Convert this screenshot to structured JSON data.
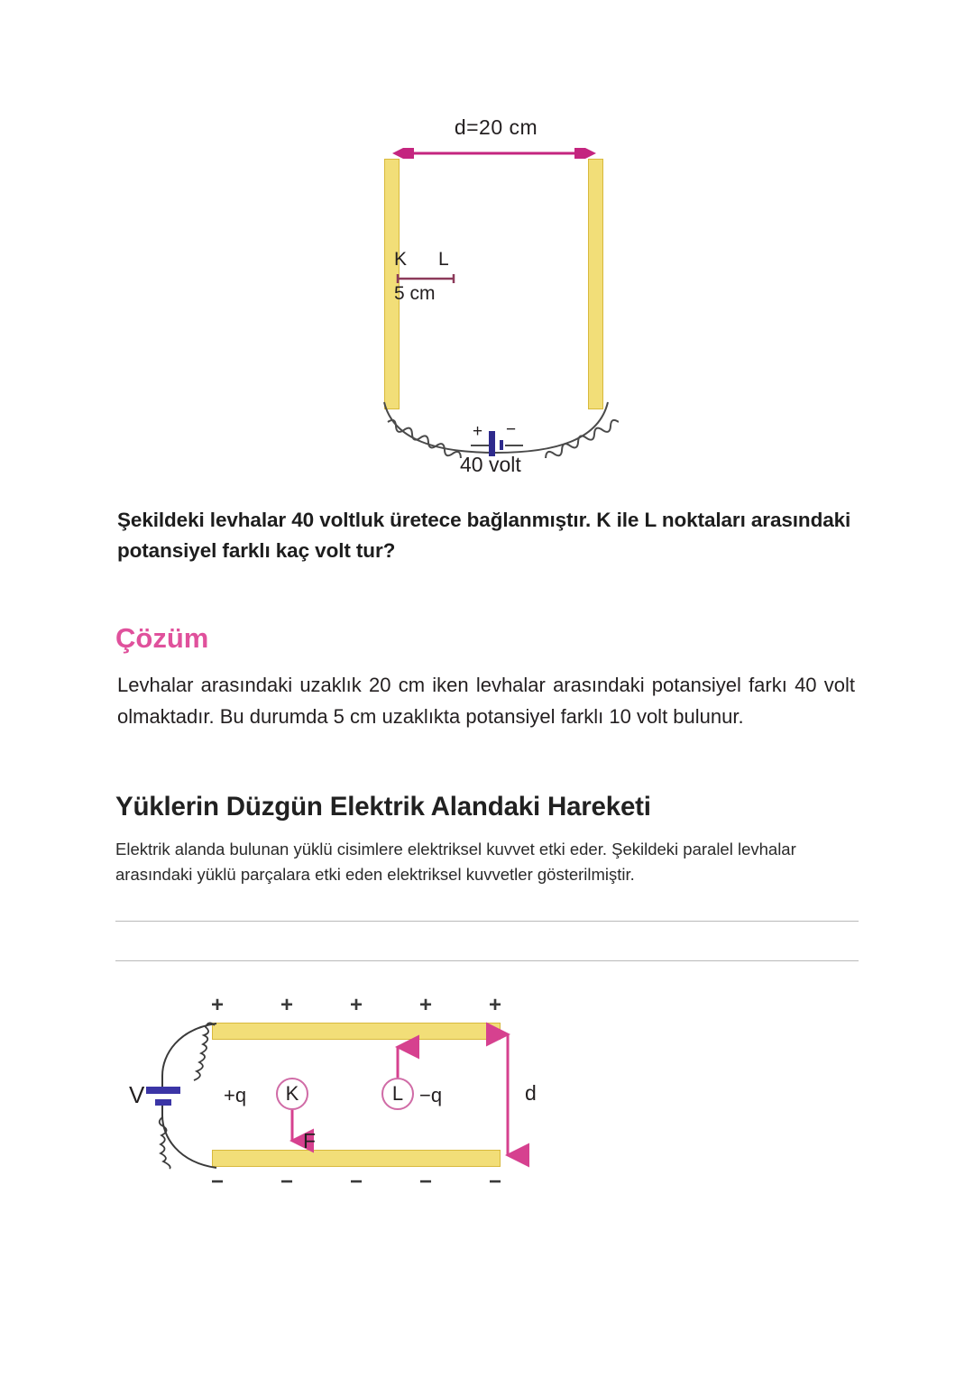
{
  "figure1": {
    "name": "parallel-plates-vertical-figure",
    "distance_label": "d=20 cm",
    "point_k": "K",
    "point_l": "L",
    "kl_distance": "5 cm",
    "source_label": "40 volt",
    "battery_plus": "+",
    "battery_minus": "−",
    "colors": {
      "plate_fill": "#f2de78",
      "plate_border": "#d8b93c",
      "dimension_arrow": "#c4257f",
      "kl_segment": "#8c3a5a",
      "battery": "#2e2a8c",
      "wire": "#4a4a4a"
    }
  },
  "question": {
    "text": "Şekildeki levhalar 40 voltluk üretece bağlanmıştır. K ile L noktaları arasındaki potansiyel farklı kaç volt tur?"
  },
  "solution": {
    "heading": "Çözüm",
    "heading_color": "#e0519c",
    "text": "Levhalar arasındaki uzaklık 20 cm iken levhalar arasındaki potansiyel farkı 40 volt olmaktadır. Bu durumda 5 cm uzaklıkta potansiyel farklı 10 volt bulunur."
  },
  "section": {
    "title": "Yüklerin Düzgün Elektrik Alandaki Hareketi",
    "body": "Elektrik alanda bulunan yüklü cisimlere elektriksel kuvvet etki eder. Şekildeki paralel levhalar arasındaki yüklü parçalara etki eden elektriksel kuvvetler gösterilmiştir."
  },
  "figure2": {
    "name": "parallel-plates-horizontal-figure",
    "top_signs": [
      "+",
      "+",
      "+",
      "+",
      "+"
    ],
    "bottom_signs": [
      "−",
      "−",
      "−",
      "−",
      "−"
    ],
    "voltage_label": "V",
    "charge_positive": "+q",
    "charge_negative": "−q",
    "node_k": "K",
    "node_l": "L",
    "force_label": "F",
    "gap_label": "d",
    "colors": {
      "plate_fill": "#f2de78",
      "plate_border": "#d8b93c",
      "node_circle": "#d06ba6",
      "force_arrow": "#d6418f",
      "gap_arrow": "#d6418f",
      "battery": "#2e2a8c",
      "sign": "#3a3a3a"
    }
  }
}
